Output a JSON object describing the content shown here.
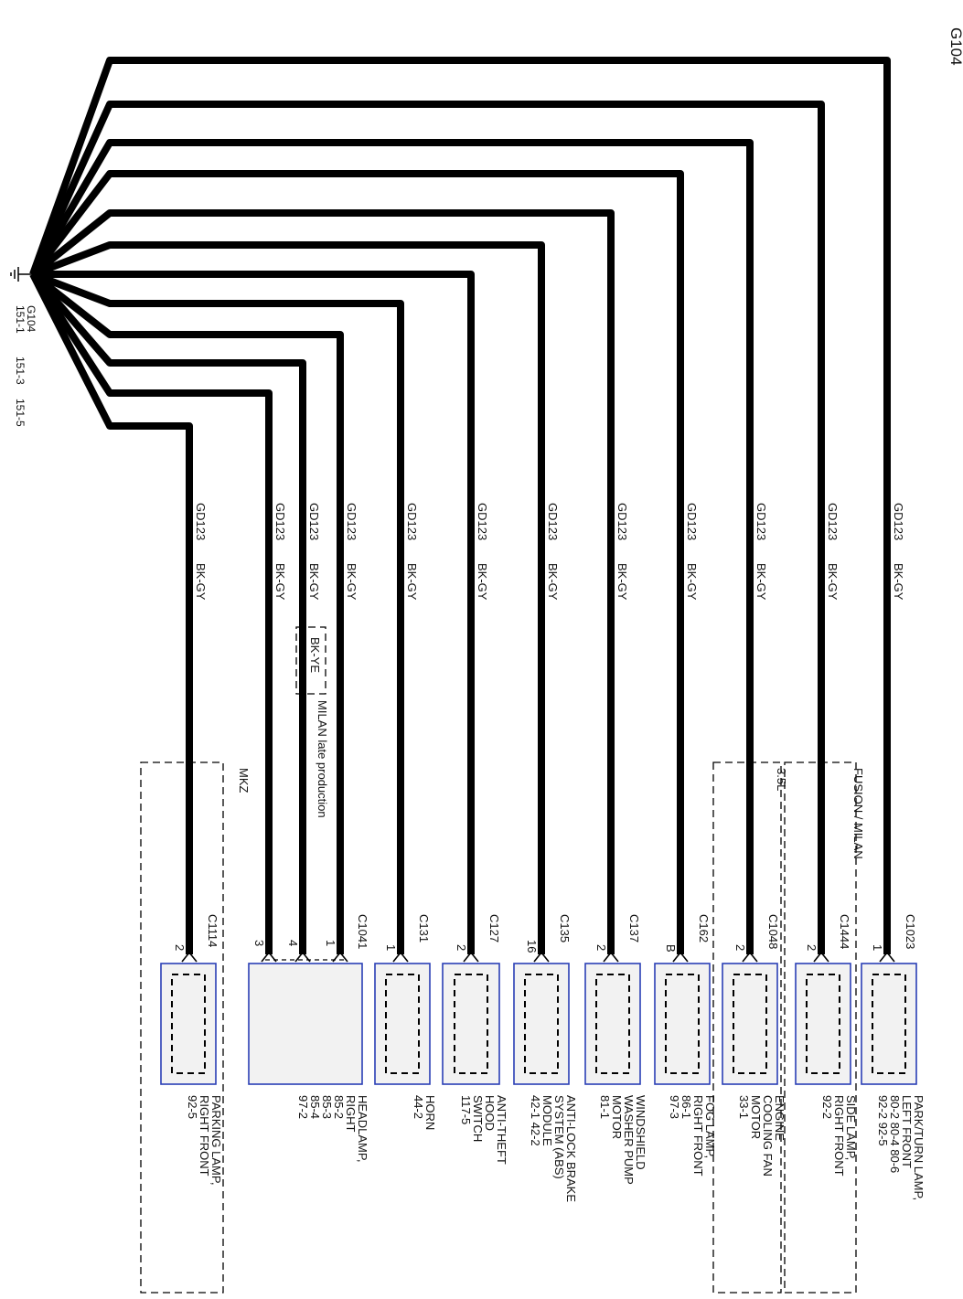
{
  "title": "G104",
  "ground": {
    "label": "G104",
    "refs": [
      "151-1",
      "151-3",
      "151-5"
    ]
  },
  "circuits": [
    {
      "circuit": "GD123",
      "color": "BK-GY",
      "connector": "C1023",
      "pins": [
        "1"
      ],
      "component": [
        "PARK/TURN LAMP,",
        "LEFT FRONT",
        "80-2  80-4  80-6",
        "92-2  92-5"
      ]
    },
    {
      "circuit": "GD123",
      "color": "BK-GY",
      "connector": "C1444",
      "pins": [
        "2"
      ],
      "component": [
        "SIDE LAMP,",
        "RIGHT FRONT",
        "92-2"
      ]
    },
    {
      "circuit": "GD123",
      "color": "BK-GY",
      "connector": "C1048",
      "pins": [
        "2"
      ],
      "component": [
        "ENGINE",
        "COOLING FAN",
        "MOTOR",
        "33-1"
      ]
    },
    {
      "circuit": "GD123",
      "color": "BK-GY",
      "connector": "C162",
      "pins": [
        "B"
      ],
      "component": [
        "FOG LAMP,",
        "RIGHT FRONT",
        "86-1",
        "97-3"
      ]
    },
    {
      "circuit": "GD123",
      "color": "BK-GY",
      "connector": "C137",
      "pins": [
        "2"
      ],
      "component": [
        "WINDSHIELD",
        "WASHER PUMP",
        "MOTOR",
        "81-1"
      ]
    },
    {
      "circuit": "GD123",
      "color": "BK-GY",
      "connector": "C135",
      "pins": [
        "16"
      ],
      "component": [
        "ANTI-LOCK BRAKE",
        "SYSTEM (ABS)",
        "MODULE",
        "42-1  42-2"
      ]
    },
    {
      "circuit": "GD123",
      "color": "BK-GY",
      "connector": "C127",
      "pins": [
        "2"
      ],
      "component": [
        "ANTI-THEFT",
        "HOOD",
        "SWITCH",
        "117-5"
      ]
    },
    {
      "circuit": "GD123",
      "color": "BK-GY",
      "connector": "C131",
      "pins": [
        "1"
      ],
      "component": [
        "HORN",
        "44-2"
      ]
    },
    {
      "circuit": "GD123",
      "color": "BK-GY",
      "connector": "C1041",
      "pins": [
        "1",
        "4",
        "3"
      ],
      "alt_color": "BK-YE",
      "alt_note": "MILAN late production",
      "component": [
        "HEADLAMP,",
        "RIGHT",
        "85-2",
        "85-3",
        "85-4",
        "97-2"
      ]
    },
    {
      "circuit": "GD123",
      "color": "BK-GY",
      "connector": "C1114",
      "pins": [
        "2"
      ],
      "component": [
        "PARKING LAMP,",
        "RIGHT FRONT",
        "92-5"
      ]
    }
  ],
  "regions": {
    "fusion_milan": "FUSION / MILAN",
    "engine_35l": "3.5L",
    "mkz": "MKZ"
  },
  "colors": {
    "wire": "#000000",
    "component_border": "#2a3fb5",
    "component_fill": "#f2f2f2"
  }
}
